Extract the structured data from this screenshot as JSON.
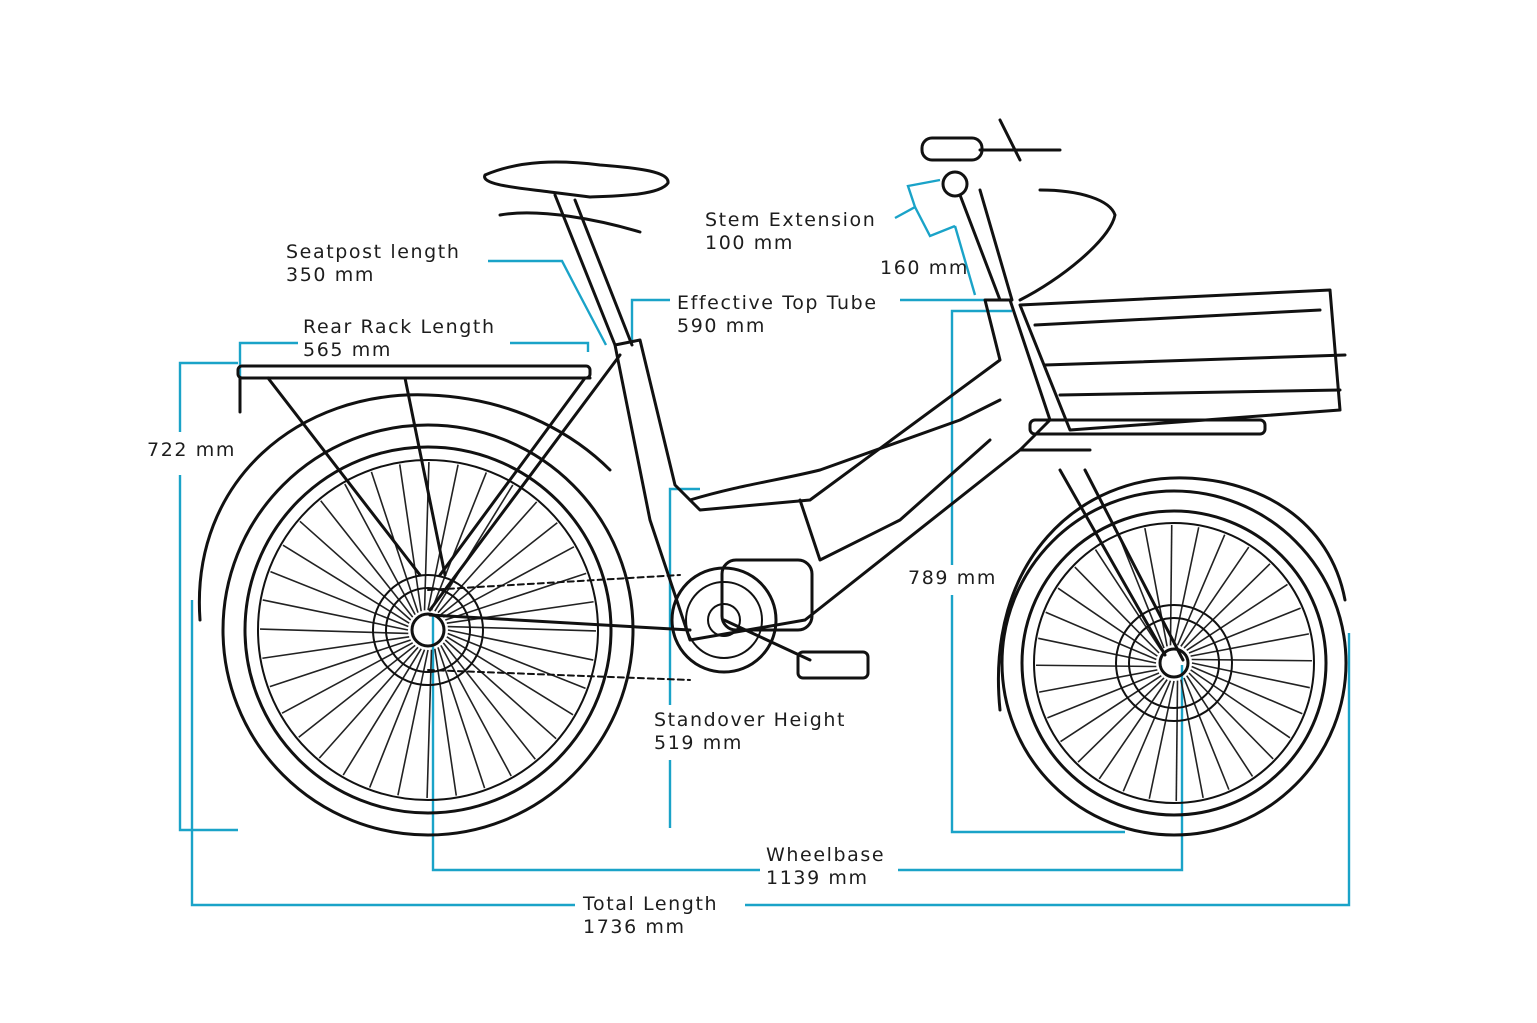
{
  "colors": {
    "dimension_line": "#1aa3c8",
    "drawing_line": "#111111",
    "background": "#ffffff"
  },
  "labels": {
    "seatpost": {
      "name": "Seatpost length",
      "value": "350 mm"
    },
    "rear_rack": {
      "name": "Rear Rack Length",
      "value": "565 mm"
    },
    "rear_height": {
      "value": "722 mm"
    },
    "stem": {
      "name": "Stem Extension",
      "value": "100 mm"
    },
    "stem_rise": {
      "value": "160 mm"
    },
    "top_tube": {
      "name": "Effective Top Tube",
      "value": "590 mm"
    },
    "front_height": {
      "value": "789 mm"
    },
    "standover": {
      "name": "Standover Height",
      "value": "519 mm"
    },
    "wheelbase": {
      "name": "Wheelbase",
      "value": "1139 mm"
    },
    "total_length": {
      "name": "Total Length",
      "value": "1736 mm"
    }
  }
}
